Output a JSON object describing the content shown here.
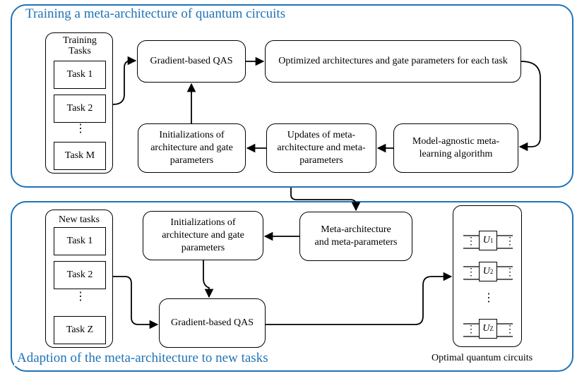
{
  "top_panel": {
    "title": "Training a meta-architecture of quantum circuits",
    "tasks": {
      "title": "Training Tasks",
      "items": [
        "Task 1",
        "Task 2",
        "Task M"
      ],
      "ellipsis": "⋮"
    },
    "nodes": {
      "gradient_qas": "Gradient-based QAS",
      "optimized": "Optimized architectures and gate parameters for each task",
      "maml": "Model-agnostic meta-learning algorithm",
      "updates": "Updates of meta-architecture and meta-parameters",
      "initializations": "Initializations of architecture and gate parameters"
    }
  },
  "bottom_panel": {
    "title": "Adaption of the meta-architecture to new tasks",
    "tasks": {
      "title": "New tasks",
      "items": [
        "Task 1",
        "Task 2",
        "Task Z"
      ],
      "ellipsis": "⋮"
    },
    "nodes": {
      "initializations": "Initializations of architecture and gate parameters",
      "meta_arch": "Meta-architecture and meta-parameters",
      "gradient_qas": "Gradient-based QAS"
    },
    "circuits": {
      "caption": "Optimal quantum circuits",
      "items": [
        {
          "symbol": "U",
          "sub": "1"
        },
        {
          "symbol": "U",
          "sub": "2"
        },
        {
          "symbol": "U",
          "sub": "Z"
        }
      ],
      "ellipsis": "⋮"
    }
  },
  "colors": {
    "panel_border": "#1f73b7",
    "title": "#1f73b7",
    "lines": "#000000"
  }
}
